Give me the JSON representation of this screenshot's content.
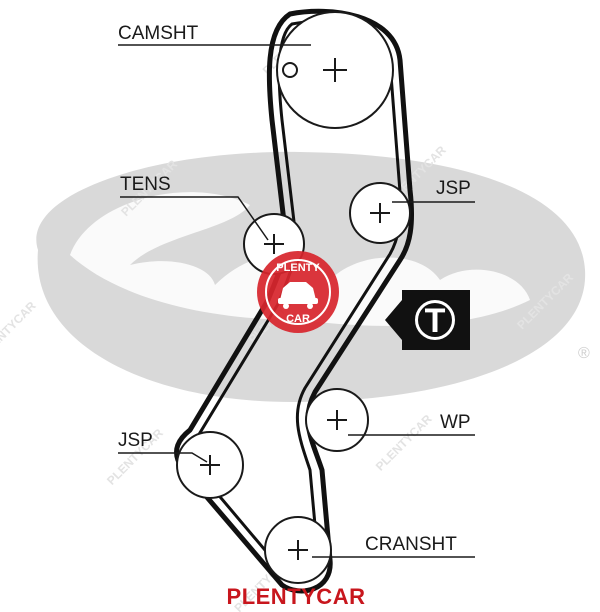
{
  "labels": {
    "camshaft": "CAMSHT",
    "tensioner": "TENS",
    "jsp_upper": "JSP",
    "jsp_lower": "JSP",
    "water_pump": "WP",
    "crankshaft": "CRANSHT"
  },
  "marker": {
    "letter": "T",
    "color": "#111111"
  },
  "badge": {
    "top": "PLENTY",
    "bottom": "CAR",
    "color": "#d7262d"
  },
  "watermark": {
    "text": "PLENTYCAR",
    "registered": "®",
    "color": "#d6d6d6"
  },
  "footer": {
    "brand": "PLENTYCAR",
    "color": "#c8161d"
  },
  "colors": {
    "belt": "#111111",
    "line": "#1a1a1a"
  }
}
